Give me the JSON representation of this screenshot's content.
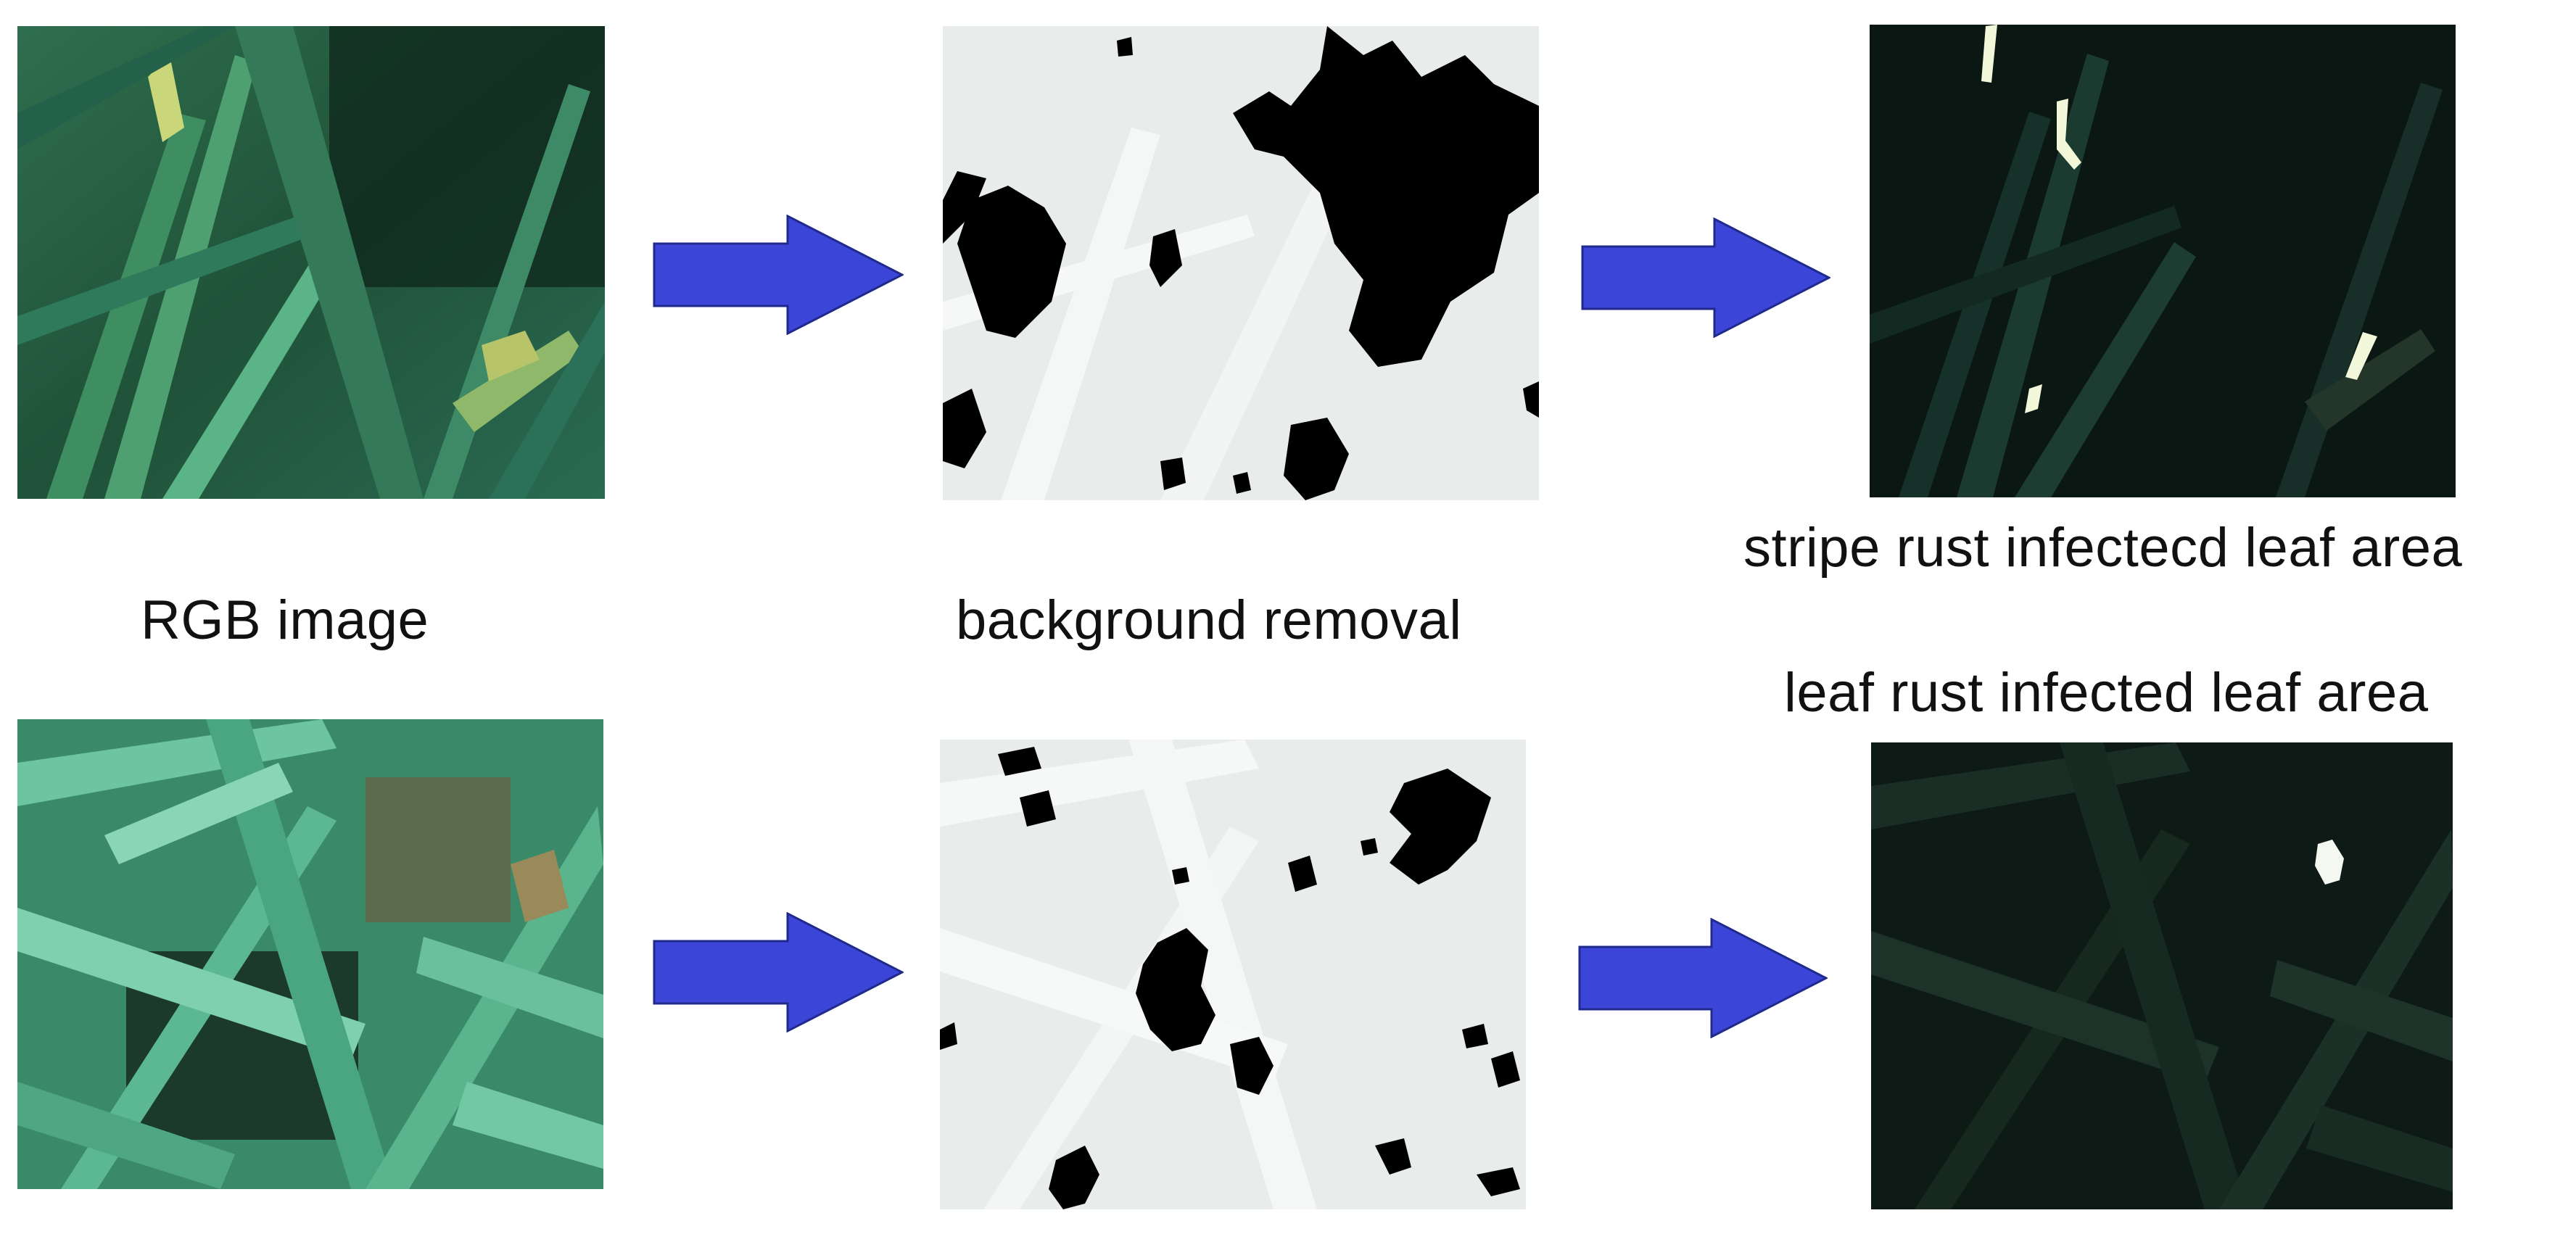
{
  "labels": {
    "rgb": "RGB image",
    "background": "background removal",
    "stripe": "stripe rust infectecd leaf area",
    "leaf": "leaf rust infected leaf area"
  },
  "colors": {
    "arrow": "#3b46d8",
    "arrow_outline": "#1f2a8c",
    "mask_background": "#e8ecea",
    "mask_foreground": "#000000",
    "rust_spot": "#f2f7da"
  },
  "icons": {
    "arrow": "right-arrow-icon"
  }
}
